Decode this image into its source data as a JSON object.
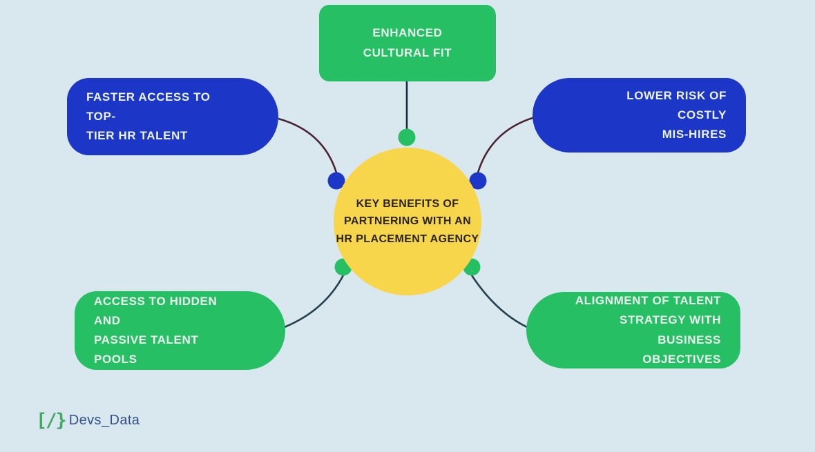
{
  "palette": {
    "background": "#d9e8ef",
    "node_green": "#26bf64",
    "node_blue": "#1c36c7",
    "center_yellow": "#f8d64b",
    "node_text": "#ecf4f0",
    "center_text": "#2b2418",
    "connector_navy": "#132b3a",
    "connector_maroon": "#4a2433",
    "connector_slate": "#25404e",
    "logo_green": "#45a865",
    "logo_navy": "#32508c"
  },
  "center": {
    "label": "KEY BENEFITS OF\nPARTNERING WITH AN\nHR PLACEMENT AGENCY"
  },
  "nodes": {
    "top": {
      "label": "ENHANCED\nCULTURAL FIT",
      "color": "#26bf64"
    },
    "top_left": {
      "label": "FASTER ACCESS TO TOP-\nTIER HR TALENT",
      "color": "#1c36c7"
    },
    "top_right": {
      "label": "LOWER RISK OF COSTLY\nMIS-HIRES",
      "color": "#1c36c7"
    },
    "bottom_left": {
      "label": "ACCESS TO HIDDEN AND\nPASSIVE TALENT POOLS",
      "color": "#26bf64"
    },
    "bottom_right": {
      "label": "ALIGNMENT OF TALENT\nSTRATEGY WITH BUSINESS\nOBJECTIVES",
      "color": "#26bf64"
    }
  },
  "logo": {
    "bracket": "[/}",
    "name": "Devs_Data"
  }
}
